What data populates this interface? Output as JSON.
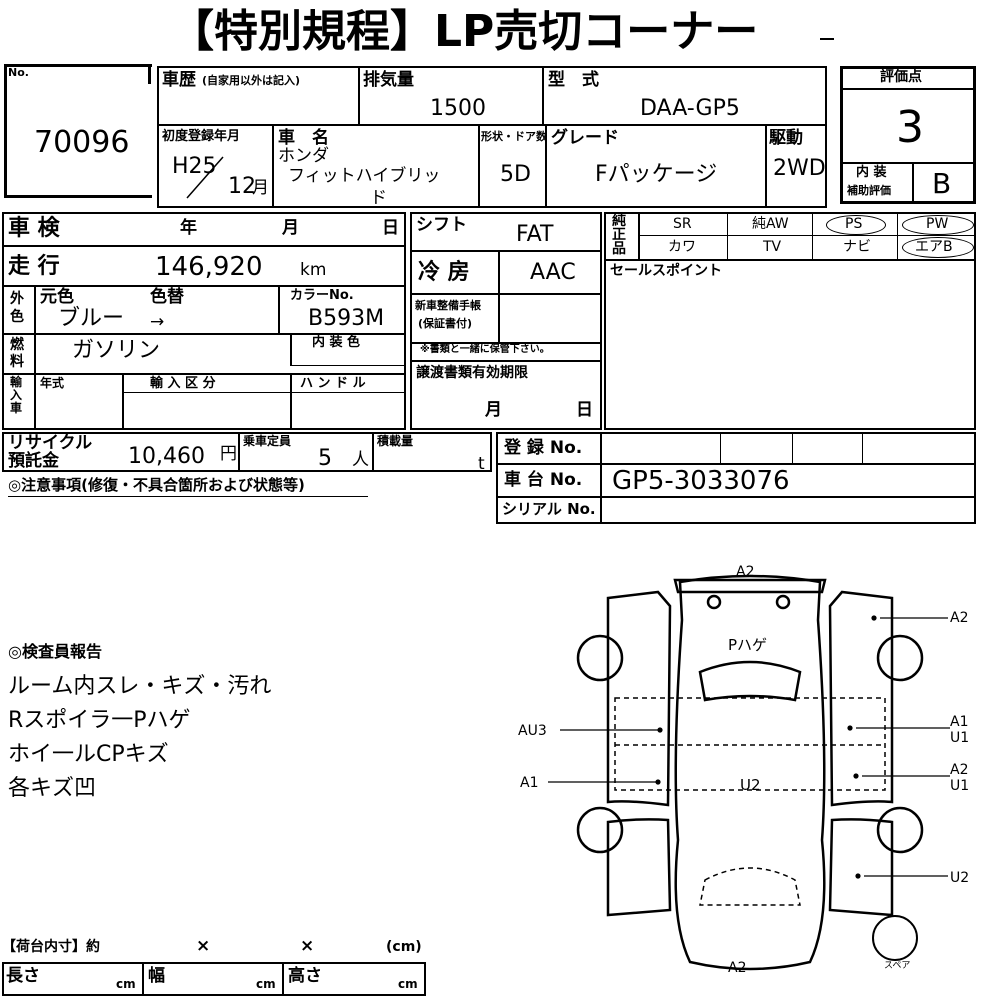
{
  "header": {
    "title": "【特別規程】LP売切コーナー"
  },
  "lot": {
    "no_label": "No.",
    "number": "70096"
  },
  "history": {
    "label": "車歴",
    "note": "(自家用以外は記入)"
  },
  "displacement": {
    "label": "排気量",
    "value": "1500"
  },
  "model": {
    "label": "型　式",
    "value": "DAA-GP5"
  },
  "rating": {
    "label": "評価点",
    "value": "3",
    "interior_label": "内 装",
    "aux_label": "補助評価",
    "interior_value": "B"
  },
  "first_reg": {
    "label": "初度登録年月",
    "era_year": "H25",
    "month": "12",
    "month_unit": "月"
  },
  "car_name": {
    "label": "車　名",
    "maker": "ホンダ",
    "name_line1": "フィットハイブリッ",
    "name_line2": "ド"
  },
  "doors": {
    "label": "形状・ドア数",
    "value": "5D"
  },
  "grade": {
    "label": "グレード",
    "value": "Fパッケージ"
  },
  "drive": {
    "label": "駆動",
    "value": "2WD"
  },
  "shaken": {
    "label": "車 検",
    "year": "年",
    "month": "月",
    "day": "日"
  },
  "mileage": {
    "label": "走 行",
    "value": "146,920",
    "unit": "km"
  },
  "color": {
    "side_label": "外色",
    "orig_label": "元色",
    "change_label": "色替",
    "orig_value": "ブルー",
    "arrow": "→",
    "code_label": "カラーNo.",
    "code_value": "B593M"
  },
  "fuel": {
    "side_label": "燃料",
    "value": "ガソリン",
    "interior_color_label": "内 装 色"
  },
  "import": {
    "side_label": "輸入車",
    "year_label": "年式",
    "class_label": "輸 入 区 分",
    "handle_label": "ハ ン ド ル"
  },
  "recycle": {
    "label1": "リサイクル",
    "label2": "預託金",
    "value": "10,460",
    "unit": "円"
  },
  "capacity": {
    "label": "乗車定員",
    "value": "5",
    "unit": "人"
  },
  "load": {
    "label": "積載量",
    "unit": "t"
  },
  "shift": {
    "label": "シフト",
    "value": "FAT"
  },
  "ac": {
    "label": "冷 房",
    "value": "AAC"
  },
  "maintenance": {
    "label1": "新車整備手帳",
    "label2": "(保証書付)",
    "note": "※書類と一緒に保管下さい。"
  },
  "transfer": {
    "label": "譲渡書類有効期限",
    "month": "月",
    "day": "日"
  },
  "equipment": {
    "side_label": "純正品",
    "items": [
      "SR",
      "純AW",
      "PS",
      "PW",
      "カワ",
      "TV",
      "ナビ",
      "エアB"
    ],
    "circled": [
      "PS",
      "PW",
      "エアB"
    ]
  },
  "sales_point": {
    "label": "セールスポイント"
  },
  "registration": {
    "reg_label": "登 録 No.",
    "chassis_label": "車 台 No.",
    "chassis_value": "GP5-3033076",
    "serial_label": "シリアル No."
  },
  "caution": {
    "label": "◎注意事項(修復・不具合箇所および状態等)"
  },
  "inspector": {
    "title": "◎検査員報告",
    "lines": [
      "ルーム内スレ・キズ・汚れ",
      "Rスポイラ一Pハゲ",
      "ホイ一ルCPキズ",
      "各キズ凹"
    ]
  },
  "diagram": {
    "labels": {
      "top": "A2",
      "spoiler": "Pハゲ",
      "roof": "U2",
      "bottom": "A2",
      "spare": "スペア"
    },
    "left": [
      "AU3",
      "A1"
    ],
    "right": [
      "A2",
      "A1",
      "U1",
      "A2",
      "U1",
      "U2"
    ]
  },
  "cargo": {
    "title": "【荷台内寸】約",
    "x1": "×",
    "x2": "×",
    "unit_label": "(cm)",
    "length_label": "長さ",
    "width_label": "幅",
    "height_label": "高さ",
    "cm": "cm"
  }
}
